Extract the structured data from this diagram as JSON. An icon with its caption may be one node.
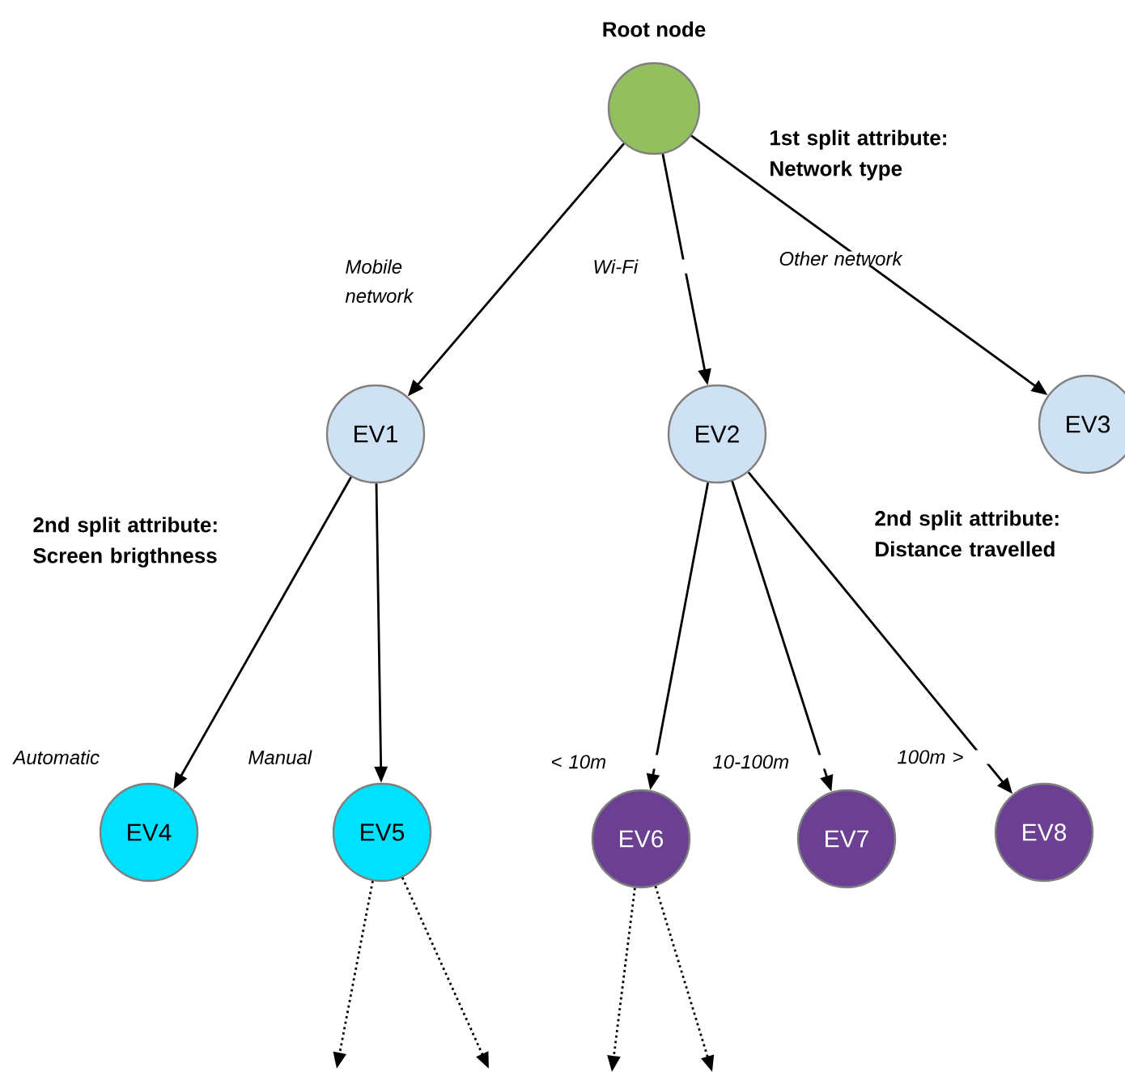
{
  "diagram": {
    "nodes": [
      {
        "text": [
          "Root node"
        ]
      },
      {
        "text": [
          "EV1"
        ]
      },
      {
        "text": [
          "EV2"
        ]
      },
      {
        "text": [
          "EV3"
        ]
      },
      {
        "text": [
          "EV4"
        ]
      },
      {
        "text": [
          "EV5"
        ]
      },
      {
        "text": [
          "EV6"
        ]
      },
      {
        "text": [
          "EV7"
        ]
      },
      {
        "text": [
          "EV8"
        ]
      }
    ],
    "edges": [
      {
        "from": 0,
        "to": 1,
        "arrow": "to",
        "label": "Mobile network"
      },
      {
        "from": 0,
        "to": 2,
        "arrow": "to",
        "label": "Wi-Fi"
      },
      {
        "from": 0,
        "to": 3,
        "arrow": "to",
        "label": "Other network"
      },
      {
        "from": 1,
        "to": 4,
        "arrow": "to",
        "label": "Automatic"
      },
      {
        "from": 1,
        "to": 5,
        "arrow": "to",
        "label": "Manual"
      },
      {
        "from": 2,
        "to": 6,
        "arrow": "to",
        "label": "< 10m"
      },
      {
        "from": 2,
        "to": 7,
        "arrow": "to",
        "label": "10-100m"
      },
      {
        "from": 2,
        "to": 8,
        "arrow": "to",
        "label": "100m >"
      },
      {
        "from": 5,
        "to": null,
        "arrow": "to",
        "style": "dashed"
      },
      {
        "from": 5,
        "to": null,
        "arrow": "to",
        "style": "dashed"
      },
      {
        "from": 6,
        "to": null,
        "arrow": "to",
        "style": "dashed"
      },
      {
        "from": 6,
        "to": null,
        "arrow": "to",
        "style": "dashed"
      }
    ],
    "labels": [
      "1st split attribute: Network type",
      "2nd split attribute: Screen brigthness",
      "2nd split attribute: Distance travelled"
    ]
  }
}
